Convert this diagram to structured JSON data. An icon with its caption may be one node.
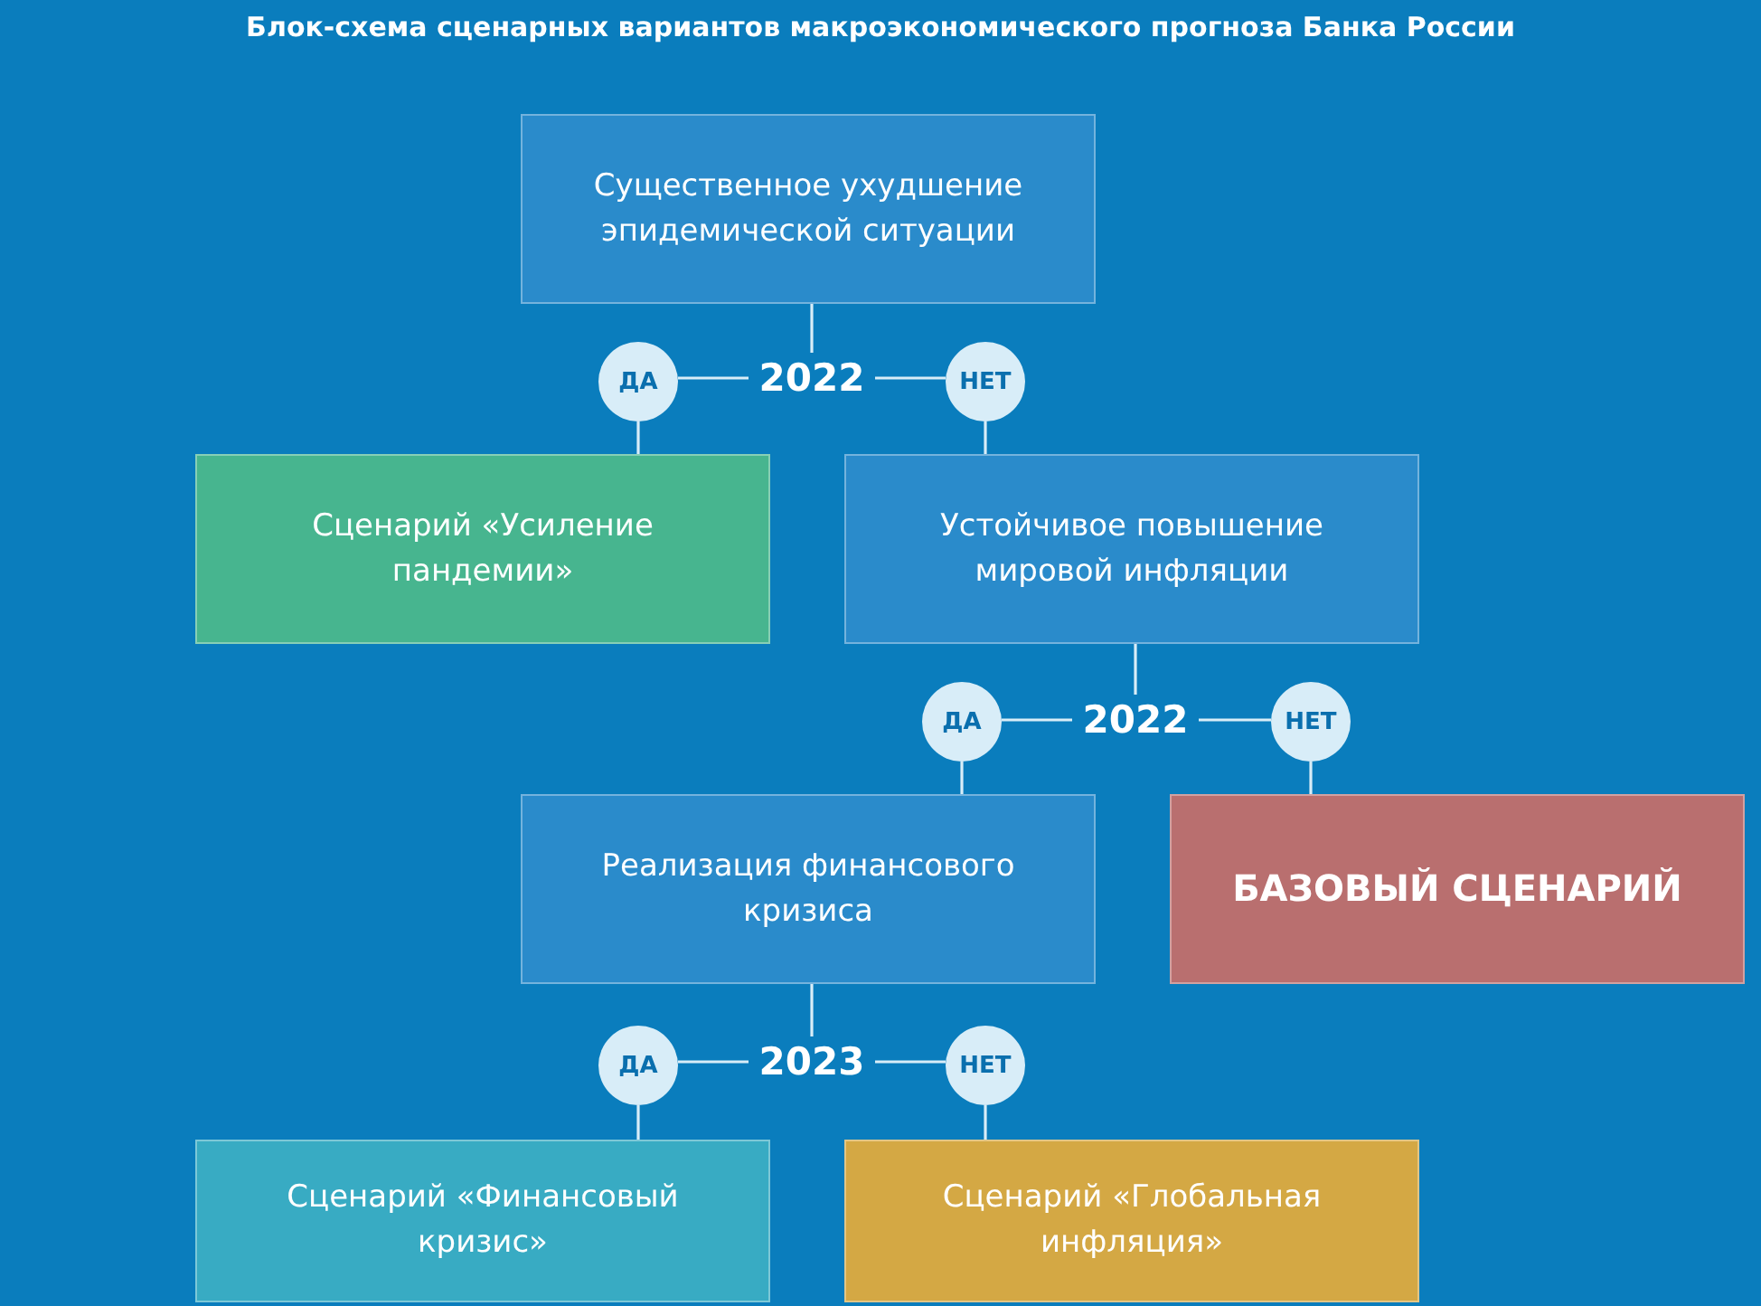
{
  "diagram": {
    "title": "Блок-схема сценарных вариантов макроэкономического прогноза Банка России",
    "nodes": [
      {
        "text": [
          "Существенное ухудшение эпидемической ситуации"
        ]
      },
      {
        "text": [
          "ДА"
        ]
      },
      {
        "text": [
          "2022"
        ]
      },
      {
        "text": [
          "НЕТ"
        ]
      },
      {
        "text": [
          "Сценарий «Усиление пандемии»"
        ]
      },
      {
        "text": [
          "Устойчивое повышение мировой инфляции"
        ]
      },
      {
        "text": [
          "ДА"
        ]
      },
      {
        "text": [
          "2022"
        ]
      },
      {
        "text": [
          "НЕТ"
        ]
      },
      {
        "text": [
          "Реализация финансового кризиса"
        ]
      },
      {
        "text": [
          "БАЗОВЫЙ СЦЕНАРИЙ"
        ]
      },
      {
        "text": [
          "ДА"
        ]
      },
      {
        "text": [
          "2023"
        ]
      },
      {
        "text": [
          "НЕТ"
        ]
      },
      {
        "text": [
          "Сценарий «Финансовый кризис»"
        ]
      },
      {
        "text": [
          "Сценарий «Глобальная инфляция»"
        ]
      }
    ],
    "edges": [
      {
        "from": 0,
        "to": 2,
        "arrow": "none"
      },
      {
        "from": 2,
        "to": 1,
        "arrow": "none"
      },
      {
        "from": 2,
        "to": 3,
        "arrow": "none"
      },
      {
        "from": 1,
        "to": 4,
        "arrow": "none"
      },
      {
        "from": 3,
        "to": 5,
        "arrow": "none"
      },
      {
        "from": 5,
        "to": 7,
        "arrow": "none"
      },
      {
        "from": 7,
        "to": 6,
        "arrow": "none"
      },
      {
        "from": 7,
        "to": 8,
        "arrow": "none"
      },
      {
        "from": 6,
        "to": 9,
        "arrow": "none"
      },
      {
        "from": 8,
        "to": 10,
        "arrow": "none"
      },
      {
        "from": 9,
        "to": 12,
        "arrow": "none"
      },
      {
        "from": 12,
        "to": 11,
        "arrow": "none"
      },
      {
        "from": 12,
        "to": 13,
        "arrow": "none"
      },
      {
        "from": 11,
        "to": 14,
        "arrow": "none"
      },
      {
        "from": 13,
        "to": 15,
        "arrow": "none"
      }
    ]
  }
}
